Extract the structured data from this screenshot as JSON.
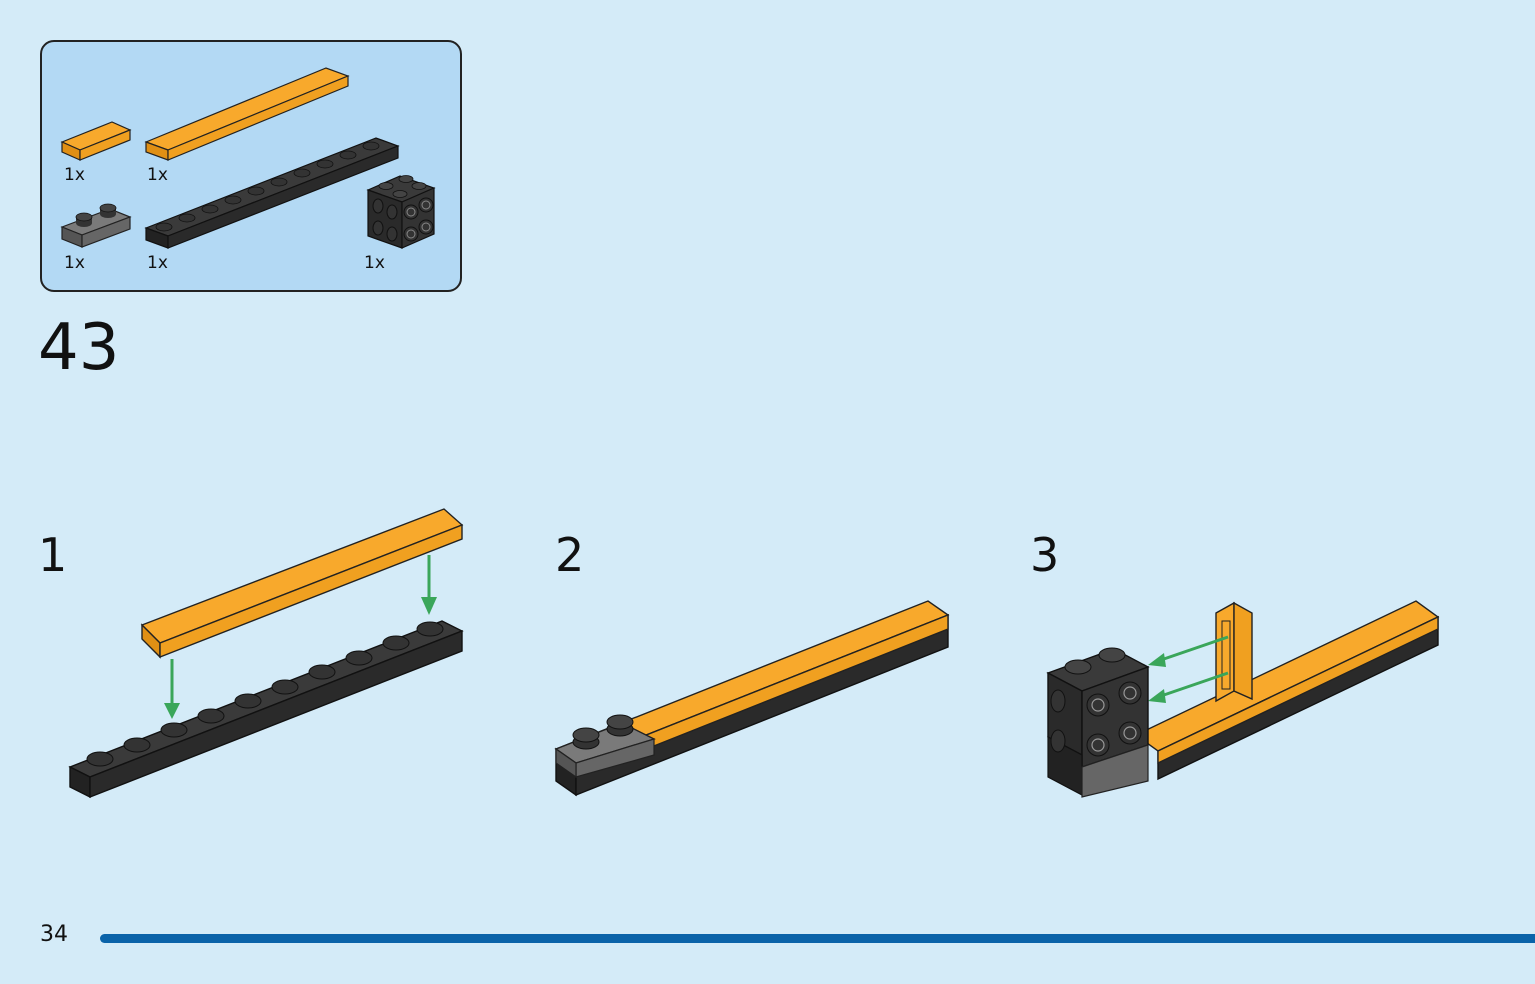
{
  "parts_list": {
    "items": [
      {
        "name": "orange-tile-1x2",
        "quantity": "1x"
      },
      {
        "name": "orange-tile-1x8",
        "quantity": "1x"
      },
      {
        "name": "gray-plate-1x2",
        "quantity": "1x"
      },
      {
        "name": "black-plate-1x10",
        "quantity": "1x"
      },
      {
        "name": "black-brick-2x2-studs-on-side",
        "quantity": "1x"
      }
    ]
  },
  "step": {
    "number": "43"
  },
  "substeps": [
    {
      "number": "1"
    },
    {
      "number": "2"
    },
    {
      "number": "3"
    }
  ],
  "page": {
    "number": "34"
  },
  "colors": {
    "background": "#d4ebf8",
    "parts_box": "#b3d9f4",
    "orange": "#f8a92c",
    "black": "#2b2b2b",
    "gray": "#6c6c6c",
    "arrow": "#3aa65a",
    "progress": "#0a63a9"
  }
}
